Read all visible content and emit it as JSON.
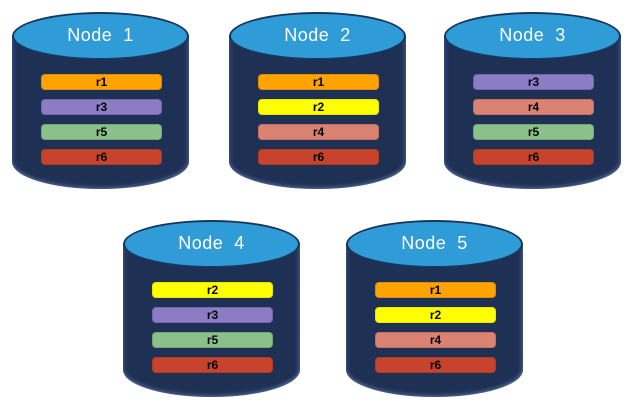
{
  "diagram": {
    "description": "Five database nodes with replicated regions",
    "colors": {
      "canvas_background": "#FFFFFF",
      "cylinder_body": "#1F3055",
      "cylinder_top_fill": "#2F9BD7",
      "cylinder_outline": "#17375F",
      "title_text": "#FFFFFF",
      "bar_text": "#000000"
    },
    "region_colors": {
      "r1": {
        "fill": "#FFA303",
        "border": "#DE8D00"
      },
      "r2": {
        "fill": "#FFFF00",
        "border": "#E8E800"
      },
      "r3": {
        "fill": "#8B7CC3",
        "border": "#7564AE"
      },
      "r4": {
        "fill": "#DB8373",
        "border": "#C76F5F"
      },
      "r5": {
        "fill": "#8BC08B",
        "border": "#72A872"
      },
      "r6": {
        "fill": "#C8432C",
        "border": "#AE3A25"
      }
    },
    "nodes": [
      {
        "title": "Node  1",
        "regions": [
          "r1",
          "r3",
          "r5",
          "r6"
        ]
      },
      {
        "title": "Node  2",
        "regions": [
          "r1",
          "r2",
          "r4",
          "r6"
        ]
      },
      {
        "title": "Node  3",
        "regions": [
          "r3",
          "r4",
          "r5",
          "r6"
        ]
      },
      {
        "title": "Node  4",
        "regions": [
          "r2",
          "r3",
          "r5",
          "r6"
        ]
      },
      {
        "title": "Node  5",
        "regions": [
          "r1",
          "r2",
          "r4",
          "r6"
        ]
      }
    ]
  }
}
